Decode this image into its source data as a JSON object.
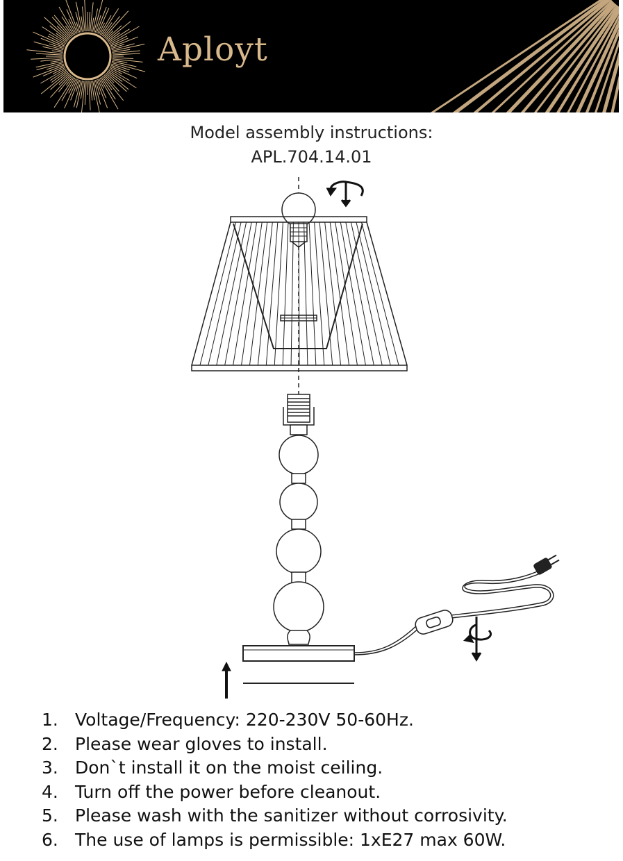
{
  "header": {
    "brand": "Aployt",
    "colors": {
      "background": "#000000",
      "gold": "#d9b98c"
    }
  },
  "title": {
    "line1": "Model assembly instructions:",
    "line2": "APL.704.14.01"
  },
  "diagram": {
    "icons": [
      "rotate-arrow-icon",
      "plug-icon",
      "switch-icon",
      "up-arrow-icon"
    ]
  },
  "instructions": [
    {
      "num": "1.",
      "text": "Voltage/Frequency: 220-230V 50-60Hz."
    },
    {
      "num": "2.",
      "text": "Please wear gloves to install."
    },
    {
      "num": "3.",
      "text": "Don`t install it on the moist ceiling."
    },
    {
      "num": "4.",
      "text": "Turn off the power before cleanout."
    },
    {
      "num": "5.",
      "text": "Please wash with the sanitizer without corrosivity."
    },
    {
      "num": "6.",
      "text": "The use of lamps is permissible: 1xE27 max 60W."
    }
  ]
}
